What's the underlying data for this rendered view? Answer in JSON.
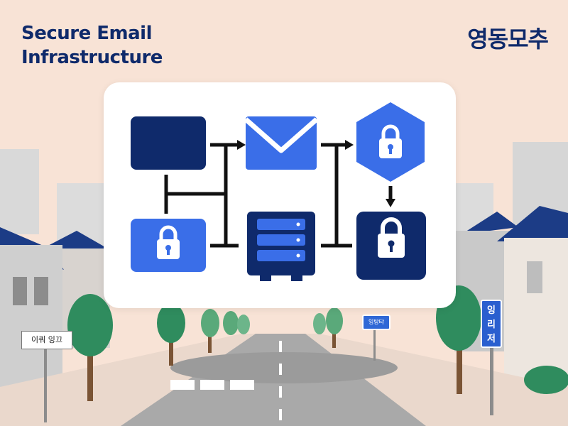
{
  "title": {
    "line1": "Secure Email",
    "line2": "Infrastructure"
  },
  "brand": "영동모추",
  "signs": {
    "left": "이쿼 잉끄",
    "middle": "잉탕탸",
    "right": [
      "잉",
      "리",
      "저"
    ]
  },
  "colors": {
    "navy": "#0f2a6b",
    "blue": "#3a6ee8",
    "sky": "#f8e3d6",
    "street": "#a9a9a9",
    "tree": "#2f8c5e"
  },
  "diagram": {
    "nodes": [
      {
        "id": "terminal",
        "icon": "dark-panel-icon"
      },
      {
        "id": "email",
        "icon": "envelope-icon"
      },
      {
        "id": "secure-hexagon",
        "icon": "hexagon-lock-icon"
      },
      {
        "id": "client-lock",
        "icon": "lock-icon"
      },
      {
        "id": "mail-server",
        "icon": "server-icon"
      },
      {
        "id": "encrypted-storage",
        "icon": "lock-icon"
      }
    ]
  }
}
